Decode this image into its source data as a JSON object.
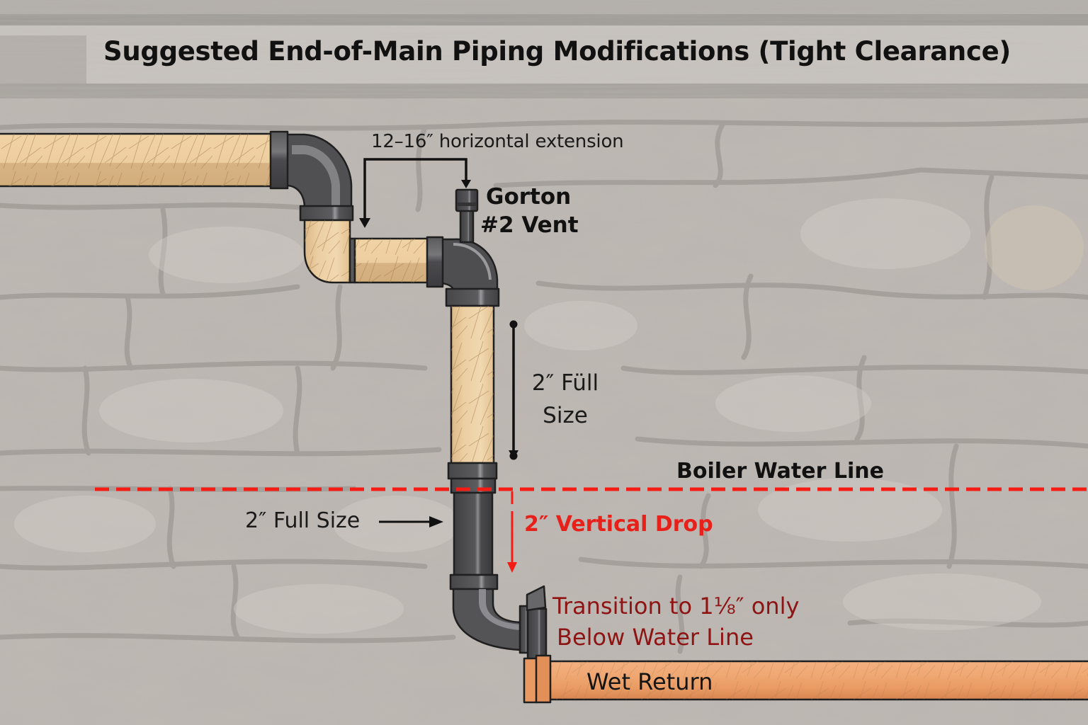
{
  "title": "Suggested End-of-Main Piping Modifications (Tight Clearance)",
  "labels": {
    "horizontal_extension": "12–16″ horizontal extension",
    "vent_line1": "Gorton",
    "vent_line2": "#2 Vent",
    "upper_size_line1": "2″ Füll",
    "upper_size_line2": "Size",
    "boiler_water_line": "Boiler Water Line",
    "lower_size": "2″ Full Size",
    "vertical_drop": "2″ Vertical Drop",
    "transition_line1": "Transition to 1⅛″ only",
    "transition_line2": "Below Water Line",
    "wet_return": "Wet Return"
  },
  "components": [
    {
      "name": "end-of-main",
      "material": "copper (tan)"
    },
    {
      "name": "elbow-down",
      "material": "black iron"
    },
    {
      "name": "offset-elbow",
      "material": "copper (tan)"
    },
    {
      "name": "horizontal-extension",
      "material": "copper (tan)"
    },
    {
      "name": "tee-elbow-with-vent",
      "material": "black iron"
    },
    {
      "name": "gorton-2-vent",
      "material": "black iron"
    },
    {
      "name": "vertical-riser-2in",
      "material": "copper (tan)"
    },
    {
      "name": "drop-pipe-2in",
      "material": "black iron"
    },
    {
      "name": "bottom-elbow",
      "material": "black iron"
    },
    {
      "name": "reducer-1-1-8",
      "material": "black iron"
    },
    {
      "name": "wet-return",
      "material": "copper (orange)"
    }
  ],
  "colors": {
    "pipe_tan": "#e9c99a",
    "pipe_tan_shadow": "#d2ad7c",
    "iron": "#4d4d4f",
    "iron_highlight": "#8a8a8c",
    "copper": "#eea06b",
    "copper_dark": "#d9844d",
    "waterline": "#f41c14",
    "drop_text": "#e8201a",
    "transition_text": "#8e1414",
    "title_board": "#c7c2bd",
    "stone": "#bdb8b3"
  }
}
